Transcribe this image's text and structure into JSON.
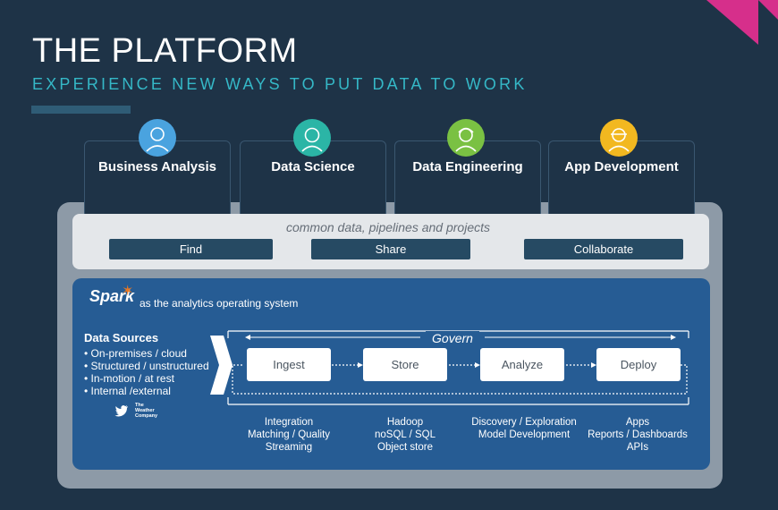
{
  "header": {
    "title": "THE PLATFORM",
    "subtitle": "EXPERIENCE NEW WAYS TO PUT DATA TO WORK"
  },
  "colors": {
    "background": "#1e3347",
    "subtitle_teal": "#35b8c7",
    "corner_magenta": "#d62f8b",
    "panel_blue": "#265c94",
    "button_navy": "#264a63"
  },
  "roles": [
    {
      "label": "Business Analysis",
      "icon": "business-person-icon",
      "icon_color": "#4aa3df"
    },
    {
      "label": "Data Science",
      "icon": "data-scientist-icon",
      "icon_color": "#2bb5a6"
    },
    {
      "label": "Data Engineering",
      "icon": "engineer-icon",
      "icon_color": "#7ac143"
    },
    {
      "label": "App Development",
      "icon": "developer-icon",
      "icon_color": "#f2b820"
    }
  ],
  "common": {
    "caption": "common data, pipelines and projects",
    "actions": [
      "Find",
      "Share",
      "Collaborate"
    ]
  },
  "analytics": {
    "logo": "Spark",
    "tagline": "as the analytics operating system",
    "data_sources": {
      "title": "Data Sources",
      "items": [
        "On-premises / cloud",
        "Structured / unstructured",
        "In-motion / at rest",
        "Internal /external"
      ],
      "logo_weather": "The Weather Company"
    },
    "govern_label": "Govern",
    "stages": [
      {
        "label": "Ingest",
        "details": [
          "Integration",
          "Matching / Quality",
          "Streaming"
        ]
      },
      {
        "label": "Store",
        "details": [
          "Hadoop",
          "noSQL / SQL",
          "Object store"
        ]
      },
      {
        "label": "Analyze",
        "details": [
          "Discovery / Exploration",
          "Model Development"
        ]
      },
      {
        "label": "Deploy",
        "details": [
          "Apps",
          "Reports / Dashboards",
          "APIs"
        ]
      }
    ]
  }
}
